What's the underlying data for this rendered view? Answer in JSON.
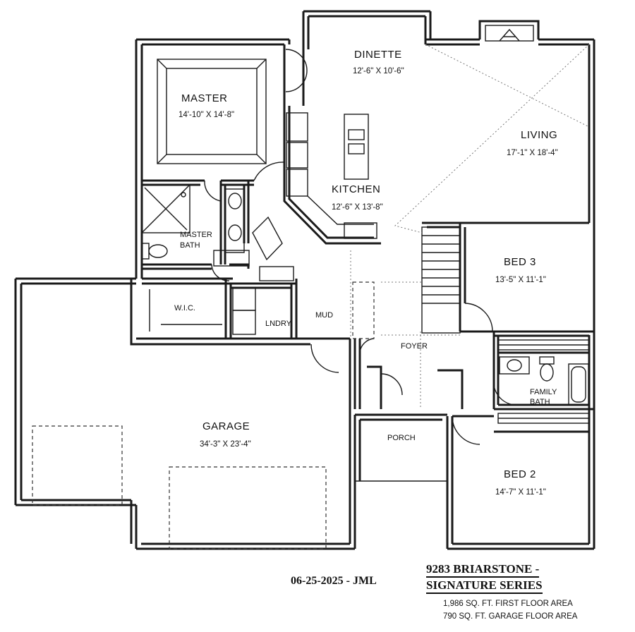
{
  "rooms": {
    "dinette": {
      "name": "DINETTE",
      "dims": "12'-6\" X 10'-6\""
    },
    "master": {
      "name": "MASTER",
      "dims": "14'-10\" X 14'-8\""
    },
    "living": {
      "name": "LIVING",
      "dims": "17'-1\" X 18'-4\""
    },
    "kitchen": {
      "name": "KITCHEN",
      "dims": "12'-6\" X 13'-8\""
    },
    "master_bath": {
      "name_line1": "MASTER",
      "name_line2": "BATH"
    },
    "bed3": {
      "name": "BED 3",
      "dims": "13'-5\" X 11'-1\""
    },
    "wic": {
      "name": "W.I.C."
    },
    "laundry": {
      "name": "LNDRY."
    },
    "mud": {
      "name": "MUD"
    },
    "foyer": {
      "name": "FOYER"
    },
    "family_bath": {
      "name_line1": "FAMILY",
      "name_line2": "BATH"
    },
    "garage": {
      "name": "GARAGE",
      "dims": "34'-3\" X 23'-4\""
    },
    "porch": {
      "name": "PORCH"
    },
    "bed2": {
      "name": "BED 2",
      "dims": "14'-7\" X 11'-1\""
    }
  },
  "title_block": {
    "date_initials": "06-25-2025 - JML",
    "plan_name_line1": "9283 BRIARSTONE -",
    "plan_name_line2": "SIGNATURE SERIES",
    "area_first_floor": "1,986 SQ. FT. FIRST FLOOR AREA",
    "area_garage": "790 SQ. FT. GARAGE FLOOR AREA"
  }
}
